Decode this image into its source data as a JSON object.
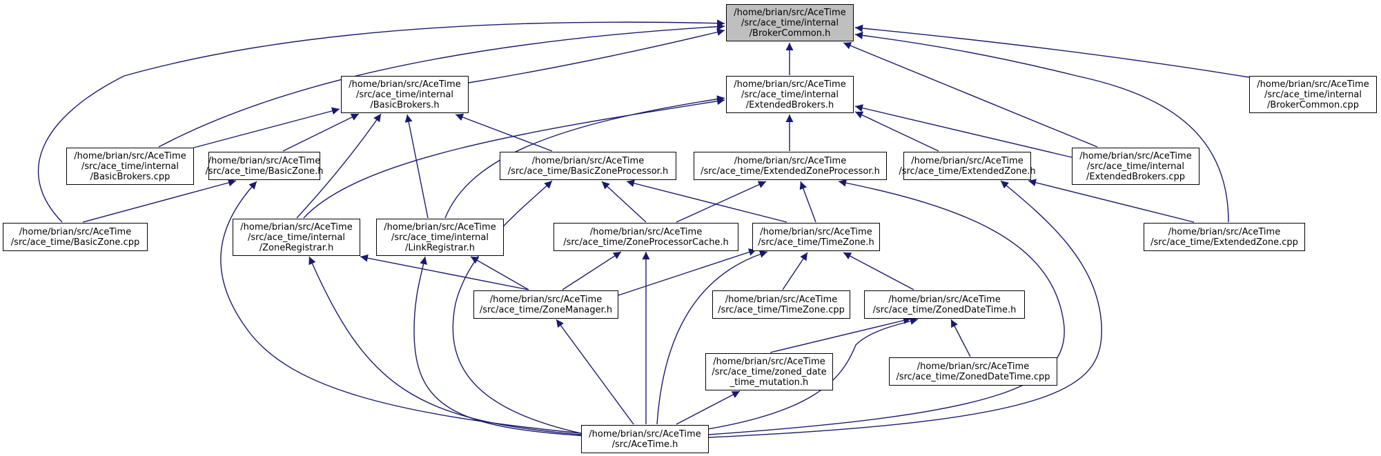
{
  "colors": {
    "edge": "#191970",
    "focus_fill": "#bfbfbf",
    "node_fill": "#ffffff",
    "node_border": "#000000"
  },
  "nodes": [
    {
      "id": "brokercommon_h",
      "lines": [
        "/home/brian/src/AceTime",
        "/src/ace_time/internal",
        "/BrokerCommon.h"
      ],
      "focus": true
    },
    {
      "id": "basicbrokers_h",
      "lines": [
        "/home/brian/src/AceTime",
        "/src/ace_time/internal",
        "/BasicBrokers.h"
      ]
    },
    {
      "id": "extendedbrokers_h",
      "lines": [
        "/home/brian/src/AceTime",
        "/src/ace_time/internal",
        "/ExtendedBrokers.h"
      ]
    },
    {
      "id": "brokercommon_cpp",
      "lines": [
        "/home/brian/src/AceTime",
        "/src/ace_time/internal",
        "/BrokerCommon.cpp"
      ]
    },
    {
      "id": "basicbrokers_cpp",
      "lines": [
        "/home/brian/src/AceTime",
        "/src/ace_time/internal",
        "/BasicBrokers.cpp"
      ]
    },
    {
      "id": "basiczone_h",
      "lines": [
        "/home/brian/src/AceTime",
        "/src/ace_time/BasicZone.h"
      ]
    },
    {
      "id": "basiczoneprocessor_h",
      "lines": [
        "/home/brian/src/AceTime",
        "/src/ace_time/BasicZoneProcessor.h"
      ]
    },
    {
      "id": "extendedzoneprocessor_h",
      "lines": [
        "/home/brian/src/AceTime",
        "/src/ace_time/ExtendedZoneProcessor.h"
      ]
    },
    {
      "id": "extendedzone_h",
      "lines": [
        "/home/brian/src/AceTime",
        "/src/ace_time/ExtendedZone.h"
      ]
    },
    {
      "id": "extendedbrokers_cpp",
      "lines": [
        "/home/brian/src/AceTime",
        "/src/ace_time/internal",
        "/ExtendedBrokers.cpp"
      ]
    },
    {
      "id": "basiczone_cpp",
      "lines": [
        "/home/brian/src/AceTime",
        "/src/ace_time/BasicZone.cpp"
      ]
    },
    {
      "id": "zoneregistrar_h",
      "lines": [
        "/home/brian/src/AceTime",
        "/src/ace_time/internal",
        "/ZoneRegistrar.h"
      ]
    },
    {
      "id": "linkregistrar_h",
      "lines": [
        "/home/brian/src/AceTime",
        "/src/ace_time/internal",
        "/LinkRegistrar.h"
      ]
    },
    {
      "id": "zoneprocessorcache_h",
      "lines": [
        "/home/brian/src/AceTime",
        "/src/ace_time/ZoneProcessorCache.h"
      ]
    },
    {
      "id": "timezone_h",
      "lines": [
        "/home/brian/src/AceTime",
        "/src/ace_time/TimeZone.h"
      ]
    },
    {
      "id": "extendedzone_cpp",
      "lines": [
        "/home/brian/src/AceTime",
        "/src/ace_time/ExtendedZone.cpp"
      ]
    },
    {
      "id": "zonemanager_h",
      "lines": [
        "/home/brian/src/AceTime",
        "/src/ace_time/ZoneManager.h"
      ]
    },
    {
      "id": "timezone_cpp",
      "lines": [
        "/home/brian/src/AceTime",
        "/src/ace_time/TimeZone.cpp"
      ]
    },
    {
      "id": "zoneddatetime_h",
      "lines": [
        "/home/brian/src/AceTime",
        "/src/ace_time/ZonedDateTime.h"
      ]
    },
    {
      "id": "zoned_date_time_mutation_h",
      "lines": [
        "/home/brian/src/AceTime",
        "/src/ace_time/zoned_date",
        "_time_mutation.h"
      ]
    },
    {
      "id": "zoneddatetime_cpp",
      "lines": [
        "/home/brian/src/AceTime",
        "/src/ace_time/ZonedDateTime.cpp"
      ]
    },
    {
      "id": "acetime_h",
      "lines": [
        "/home/brian/src/AceTime",
        "/src/AceTime.h"
      ]
    }
  ],
  "edges": [
    {
      "from": "basicbrokers_h",
      "to": "brokercommon_h"
    },
    {
      "from": "extendedbrokers_h",
      "to": "brokercommon_h"
    },
    {
      "from": "brokercommon_cpp",
      "to": "brokercommon_h"
    },
    {
      "from": "basicbrokers_cpp",
      "to": "brokercommon_h"
    },
    {
      "from": "basiczone_cpp",
      "to": "brokercommon_h"
    },
    {
      "from": "extendedbrokers_cpp",
      "to": "brokercommon_h"
    },
    {
      "from": "extendedzone_cpp",
      "to": "brokercommon_h"
    },
    {
      "from": "basicbrokers_cpp",
      "to": "basicbrokers_h"
    },
    {
      "from": "basiczone_h",
      "to": "basicbrokers_h"
    },
    {
      "from": "zoneregistrar_h",
      "to": "basicbrokers_h"
    },
    {
      "from": "linkregistrar_h",
      "to": "basicbrokers_h"
    },
    {
      "from": "basiczoneprocessor_h",
      "to": "basicbrokers_h"
    },
    {
      "from": "zoneregistrar_h",
      "to": "extendedbrokers_h"
    },
    {
      "from": "linkregistrar_h",
      "to": "extendedbrokers_h"
    },
    {
      "from": "extendedzoneprocessor_h",
      "to": "extendedbrokers_h"
    },
    {
      "from": "extendedzone_h",
      "to": "extendedbrokers_h"
    },
    {
      "from": "extendedbrokers_cpp",
      "to": "extendedbrokers_h"
    },
    {
      "from": "basiczone_cpp",
      "to": "basiczone_h"
    },
    {
      "from": "acetime_h",
      "to": "basiczone_h"
    },
    {
      "from": "zoneprocessorcache_h",
      "to": "basiczoneprocessor_h"
    },
    {
      "from": "timezone_h",
      "to": "basiczoneprocessor_h"
    },
    {
      "from": "acetime_h",
      "to": "basiczoneprocessor_h"
    },
    {
      "from": "zoneprocessorcache_h",
      "to": "extendedzoneprocessor_h"
    },
    {
      "from": "timezone_h",
      "to": "extendedzoneprocessor_h"
    },
    {
      "from": "acetime_h",
      "to": "extendedzoneprocessor_h"
    },
    {
      "from": "extendedzone_cpp",
      "to": "extendedzone_h"
    },
    {
      "from": "acetime_h",
      "to": "extendedzone_h"
    },
    {
      "from": "zonemanager_h",
      "to": "zoneregistrar_h"
    },
    {
      "from": "acetime_h",
      "to": "zoneregistrar_h"
    },
    {
      "from": "zonemanager_h",
      "to": "linkregistrar_h"
    },
    {
      "from": "acetime_h",
      "to": "linkregistrar_h"
    },
    {
      "from": "zonemanager_h",
      "to": "zoneprocessorcache_h"
    },
    {
      "from": "acetime_h",
      "to": "zoneprocessorcache_h"
    },
    {
      "from": "zonemanager_h",
      "to": "timezone_h"
    },
    {
      "from": "timezone_cpp",
      "to": "timezone_h"
    },
    {
      "from": "zoneddatetime_h",
      "to": "timezone_h"
    },
    {
      "from": "acetime_h",
      "to": "timezone_h"
    },
    {
      "from": "acetime_h",
      "to": "zonemanager_h"
    },
    {
      "from": "zoned_date_time_mutation_h",
      "to": "zoneddatetime_h"
    },
    {
      "from": "zoneddatetime_cpp",
      "to": "zoneddatetime_h"
    },
    {
      "from": "acetime_h",
      "to": "zoneddatetime_h"
    },
    {
      "from": "acetime_h",
      "to": "zoned_date_time_mutation_h"
    }
  ]
}
